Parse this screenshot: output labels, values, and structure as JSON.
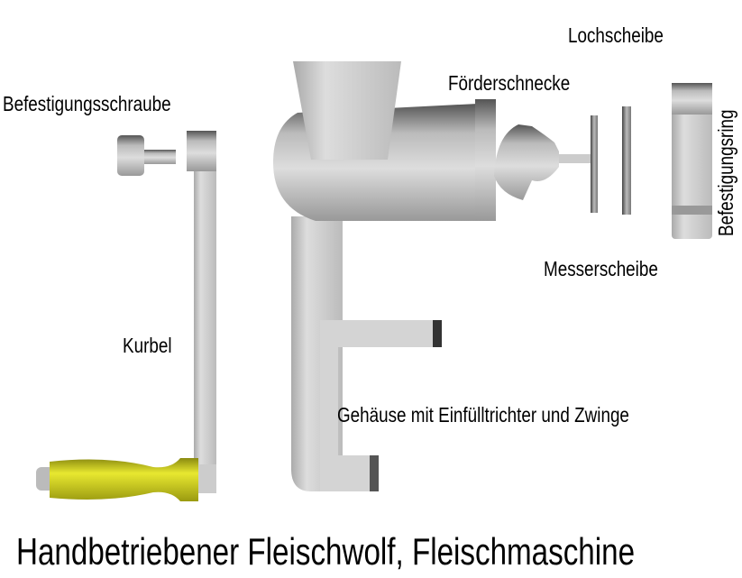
{
  "title": "Handbetriebener Fleischwolf, Fleischmaschine",
  "labels": {
    "lochscheibe": "Lochscheibe",
    "foerderschnecke": "Förderschnecke",
    "befestigungsschraube": "Befestigungsschraube",
    "messerscheibe": "Messerscheibe",
    "kurbel": "Kurbel",
    "gehaeuse": "Gehäuse mit Einfülltrichter und Zwinge",
    "befestigungsring": "Befestigungsring"
  },
  "colors": {
    "metal": "#c8c8c8",
    "handle": "#d8d818"
  }
}
